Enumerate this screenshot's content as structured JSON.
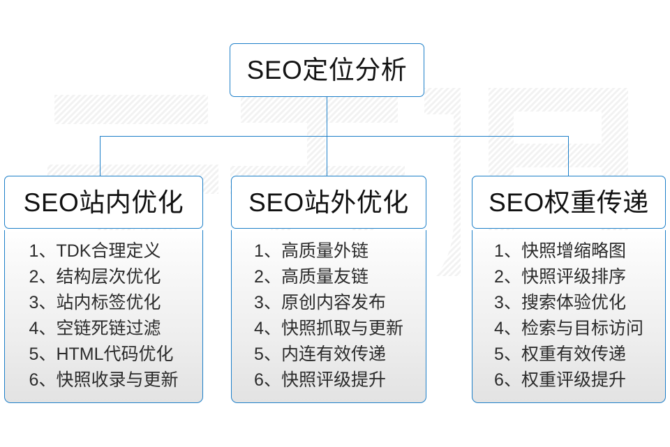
{
  "diagram": {
    "type": "org-tree",
    "root": {
      "label": "SEO定位分析"
    },
    "theme": {
      "border_color": "#1b7ec8",
      "line_color": "#1b7ec8",
      "text_color": "#141414",
      "item_text_color": "#2b2b2b",
      "panel_background_top": "#ffffff",
      "panel_background_bottom": "#e3e3e3"
    },
    "watermark": {
      "text": "云无限",
      "color": "#ebebeb"
    },
    "columns": [
      {
        "header": "SEO站内优化",
        "items": [
          "1、TDK合理定义",
          "2、结构层次优化",
          "3、站内标签优化",
          "4、空链死链过滤",
          "5、HTML代码优化",
          "6、快照收录与更新"
        ]
      },
      {
        "header": "SEO站外优化",
        "items": [
          "1、高质量外链",
          "2、高质量友链",
          "3、原创内容发布",
          "4、快照抓取与更新",
          "5、内连有效传递",
          "6、快照评级提升"
        ]
      },
      {
        "header": "SEO权重传递",
        "items": [
          "1、快照增缩略图",
          "2、快照评级排序",
          "3、搜索体验优化",
          "4、检索与目标访问",
          "5、权重有效传递",
          "6、权重评级提升"
        ]
      }
    ]
  }
}
